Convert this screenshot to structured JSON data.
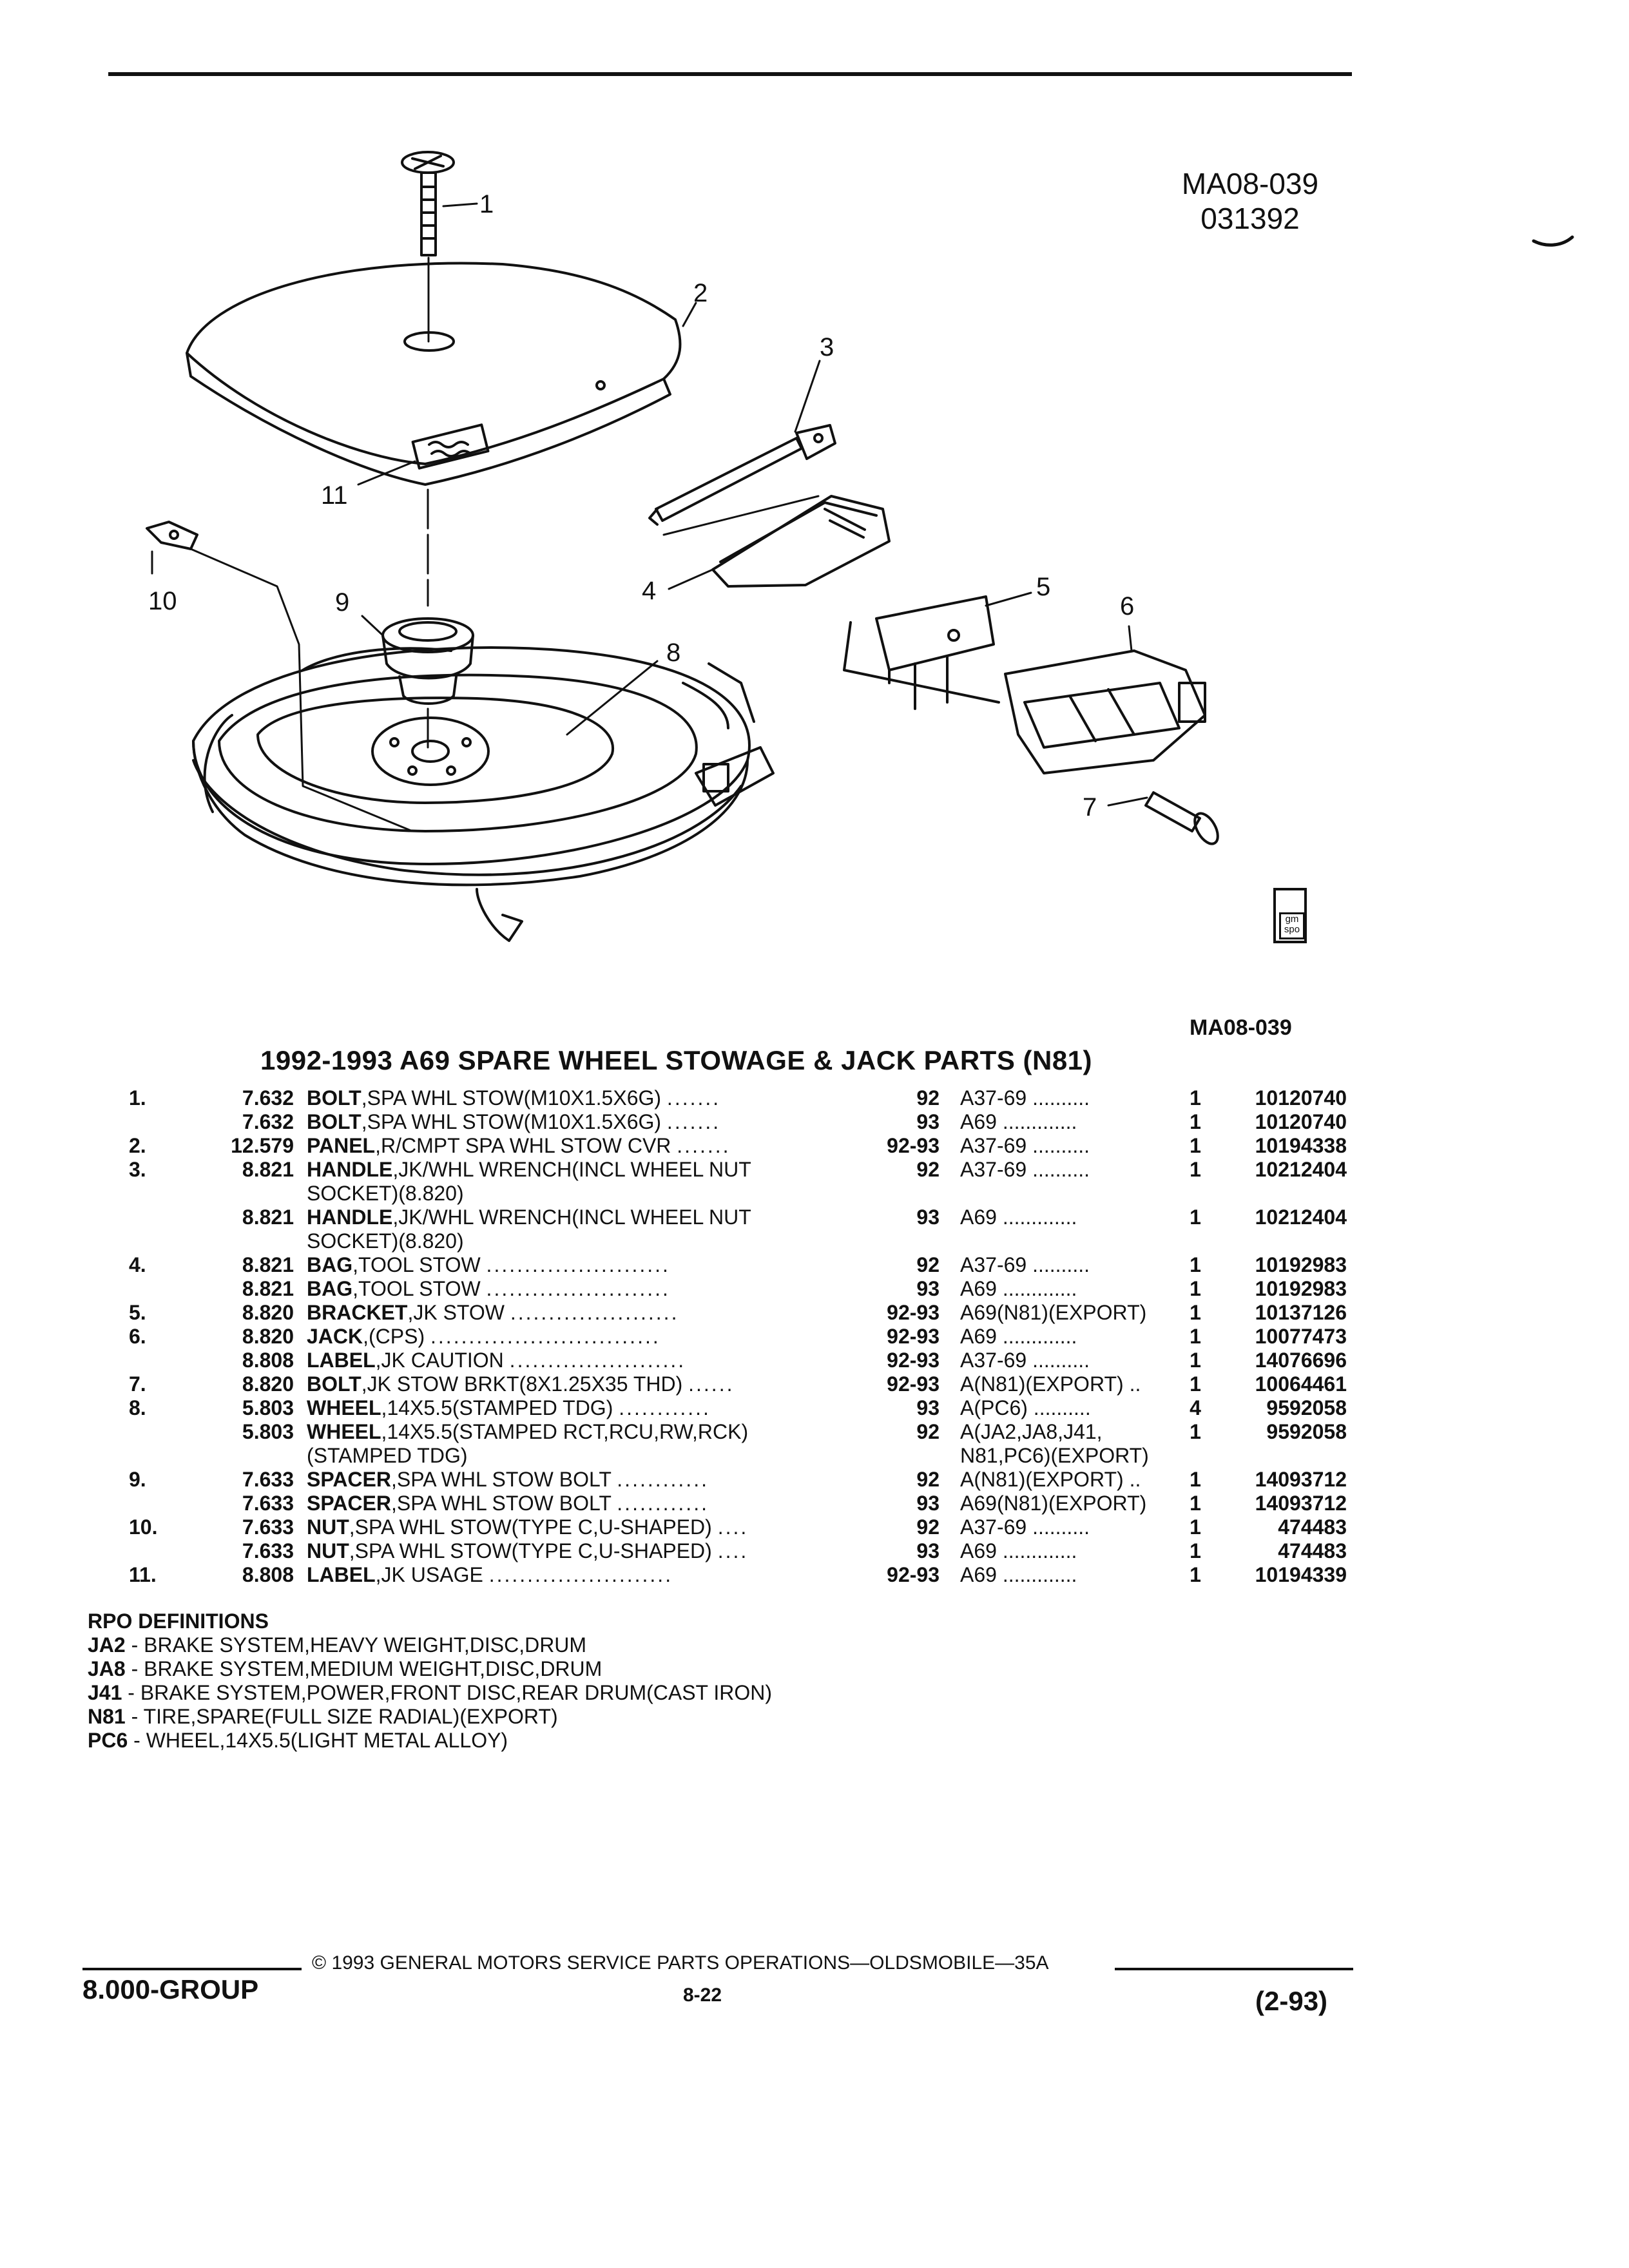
{
  "figure": {
    "id": "MA08-039",
    "date_code": "031392",
    "callouts": [
      "1",
      "2",
      "3",
      "4",
      "5",
      "6",
      "7",
      "8",
      "9",
      "10",
      "11"
    ],
    "spo_badge": "gm spo"
  },
  "figure_ref": "MA08-039",
  "title": "1992-1993 A69 SPARE WHEEL STOWAGE & JACK PARTS (N81)",
  "parts": [
    {
      "idx": "1.",
      "grp": "7.632",
      "name": "BOLT",
      "desc": ",SPA WHL STOW(M10X1.5X6G)",
      "dots": ".......",
      "yr": "92",
      "body": "A37-69 ..........",
      "qty": "1",
      "pn": "10120740"
    },
    {
      "idx": "",
      "grp": "7.632",
      "name": "BOLT",
      "desc": ",SPA WHL STOW(M10X1.5X6G)",
      "dots": ".......",
      "yr": "93",
      "body": "A69 .............",
      "qty": "1",
      "pn": "10120740"
    },
    {
      "idx": "2.",
      "grp": "12.579",
      "name": "PANEL",
      "desc": ",R/CMPT SPA WHL STOW CVR",
      "dots": ".......",
      "yr": "92-93",
      "body": "A37-69 ..........",
      "qty": "1",
      "pn": "10194338"
    },
    {
      "idx": "3.",
      "grp": "8.821",
      "name": "HANDLE",
      "desc": ",JK/WHL WRENCH(INCL WHEEL NUT",
      "dots": "",
      "yr": "92",
      "body": "A37-69 ..........",
      "qty": "1",
      "pn": "10212404"
    },
    {
      "idx": "",
      "grp": "",
      "name": "",
      "desc": "SOCKET)(8.820)",
      "dots": "",
      "yr": "",
      "body": "",
      "qty": "",
      "pn": ""
    },
    {
      "idx": "",
      "grp": "8.821",
      "name": "HANDLE",
      "desc": ",JK/WHL WRENCH(INCL WHEEL NUT",
      "dots": "",
      "yr": "93",
      "body": "A69 .............",
      "qty": "1",
      "pn": "10212404"
    },
    {
      "idx": "",
      "grp": "",
      "name": "",
      "desc": "SOCKET)(8.820)",
      "dots": "",
      "yr": "",
      "body": "",
      "qty": "",
      "pn": ""
    },
    {
      "idx": "4.",
      "grp": "8.821",
      "name": "BAG",
      "desc": ",TOOL STOW",
      "dots": "........................",
      "yr": "92",
      "body": "A37-69 ..........",
      "qty": "1",
      "pn": "10192983"
    },
    {
      "idx": "",
      "grp": "8.821",
      "name": "BAG",
      "desc": ",TOOL STOW",
      "dots": "........................",
      "yr": "93",
      "body": "A69 .............",
      "qty": "1",
      "pn": "10192983"
    },
    {
      "idx": "5.",
      "grp": "8.820",
      "name": "BRACKET",
      "desc": ",JK STOW",
      "dots": "......................",
      "yr": "92-93",
      "body": "A69(N81)(EXPORT)",
      "qty": "1",
      "pn": "10137126"
    },
    {
      "idx": "6.",
      "grp": "8.820",
      "name": "JACK",
      "desc": ",(CPS)",
      "dots": "..............................",
      "yr": "92-93",
      "body": "A69 .............",
      "qty": "1",
      "pn": "10077473"
    },
    {
      "idx": "",
      "grp": "8.808",
      "name": "LABEL",
      "desc": ",JK CAUTION",
      "dots": ".......................",
      "yr": "92-93",
      "body": "A37-69 ..........",
      "qty": "1",
      "pn": "14076696"
    },
    {
      "idx": "7.",
      "grp": "8.820",
      "name": "BOLT",
      "desc": ",JK STOW BRKT(8X1.25X35 THD)",
      "dots": "......",
      "yr": "92-93",
      "body": "A(N81)(EXPORT) ..",
      "qty": "1",
      "pn": "10064461"
    },
    {
      "idx": "8.",
      "grp": "5.803",
      "name": "WHEEL",
      "desc": ",14X5.5(STAMPED TDG)",
      "dots": "............",
      "yr": "93",
      "body": "A(PC6) ..........",
      "qty": "4",
      "pn": "9592058"
    },
    {
      "idx": "",
      "grp": "5.803",
      "name": "WHEEL",
      "desc": ",14X5.5(STAMPED RCT,RCU,RW,RCK)",
      "dots": "",
      "yr": "92",
      "body": "A(JA2,JA8,J41,",
      "qty": "1",
      "pn": "9592058"
    },
    {
      "idx": "",
      "grp": "",
      "name": "",
      "desc": "(STAMPED TDG)",
      "dots": "",
      "yr": "",
      "body": "N81,PC6)(EXPORT)",
      "qty": "",
      "pn": ""
    },
    {
      "idx": "9.",
      "grp": "7.633",
      "name": "SPACER",
      "desc": ",SPA WHL STOW BOLT",
      "dots": "............",
      "yr": "92",
      "body": "A(N81)(EXPORT) ..",
      "qty": "1",
      "pn": "14093712"
    },
    {
      "idx": "",
      "grp": "7.633",
      "name": "SPACER",
      "desc": ",SPA WHL STOW BOLT",
      "dots": "............",
      "yr": "93",
      "body": "A69(N81)(EXPORT)",
      "qty": "1",
      "pn": "14093712"
    },
    {
      "idx": "10.",
      "grp": "7.633",
      "name": "NUT",
      "desc": ",SPA WHL STOW(TYPE C,U-SHAPED)",
      "dots": "....",
      "yr": "92",
      "body": "A37-69 ..........",
      "qty": "1",
      "pn": "474483"
    },
    {
      "idx": "",
      "grp": "7.633",
      "name": "NUT",
      "desc": ",SPA WHL STOW(TYPE C,U-SHAPED)",
      "dots": "....",
      "yr": "93",
      "body": "A69 .............",
      "qty": "1",
      "pn": "474483"
    },
    {
      "idx": "11.",
      "grp": "8.808",
      "name": "LABEL",
      "desc": ",JK USAGE",
      "dots": "........................",
      "yr": "92-93",
      "body": "A69 .............",
      "qty": "1",
      "pn": "10194339"
    }
  ],
  "rpo": {
    "heading": "RPO DEFINITIONS",
    "items": [
      {
        "code": "JA2",
        "text": " - BRAKE SYSTEM,HEAVY WEIGHT,DISC,DRUM"
      },
      {
        "code": "JA8",
        "text": " - BRAKE SYSTEM,MEDIUM WEIGHT,DISC,DRUM"
      },
      {
        "code": "J41",
        "text": " - BRAKE SYSTEM,POWER,FRONT DISC,REAR DRUM(CAST IRON)"
      },
      {
        "code": "N81",
        "text": " - TIRE,SPARE(FULL SIZE RADIAL)(EXPORT)"
      },
      {
        "code": "PC6",
        "text": " - WHEEL,14X5.5(LIGHT METAL ALLOY)"
      }
    ]
  },
  "footer": {
    "copyright": "© 1993 GENERAL MOTORS SERVICE PARTS OPERATIONS—OLDSMOBILE—35A",
    "group": "8.000-GROUP",
    "page": "8-22",
    "date": "(2-93)"
  }
}
